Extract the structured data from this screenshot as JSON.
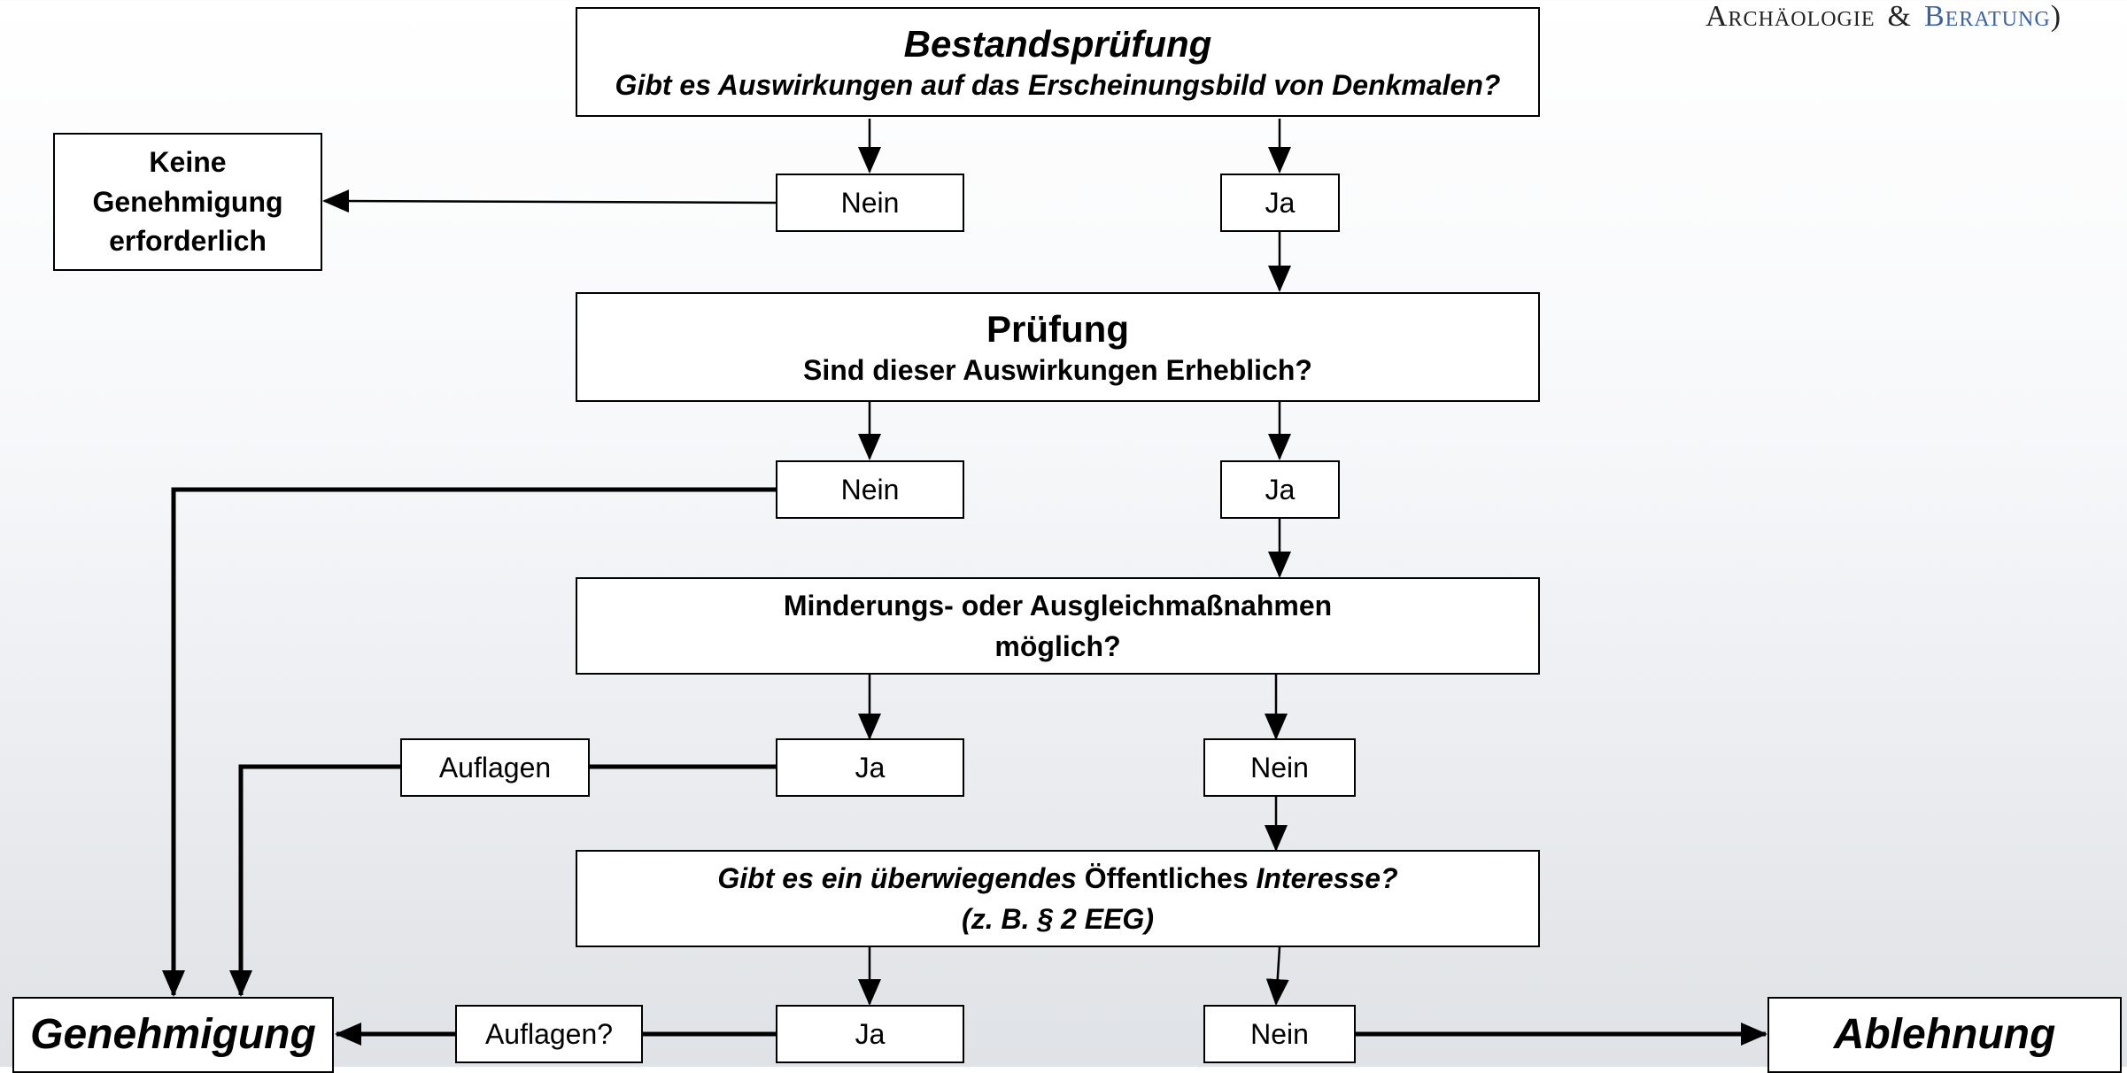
{
  "logo": {
    "left": "Archäologie",
    "amp": "&",
    "right": "Beratung"
  },
  "step1": {
    "title": "Bestandsprüfung",
    "question": "Gibt es Auswirkungen auf das Erscheinungsbild von Denkmalen?"
  },
  "step1_no": "Nein",
  "step1_yes": "Ja",
  "no_permit": {
    "line1": "Keine",
    "line2": "Genehmigung",
    "line3": "erforderlich"
  },
  "step2": {
    "title": "Prüfung",
    "question": "Sind dieser Auswirkungen Erheblich?"
  },
  "step2_no": "Nein",
  "step2_yes": "Ja",
  "step3": {
    "line1": "Minderungs- oder Ausgleichmaßnahmen",
    "line2": "möglich?"
  },
  "step3_yes": "Ja",
  "step3_no": "Nein",
  "auflagen": "Auflagen",
  "step4": {
    "part1": "Gibt es ein überwiegendes",
    "part2": "Öffentliches",
    "part3": "Interesse?",
    "line2": "(z. B. § 2 EEG)"
  },
  "step4_yes": "Ja",
  "step4_no": "Nein",
  "auflagen_q": "Auflagen?",
  "approval": "Genehmigung",
  "rejection": "Ablehnung"
}
